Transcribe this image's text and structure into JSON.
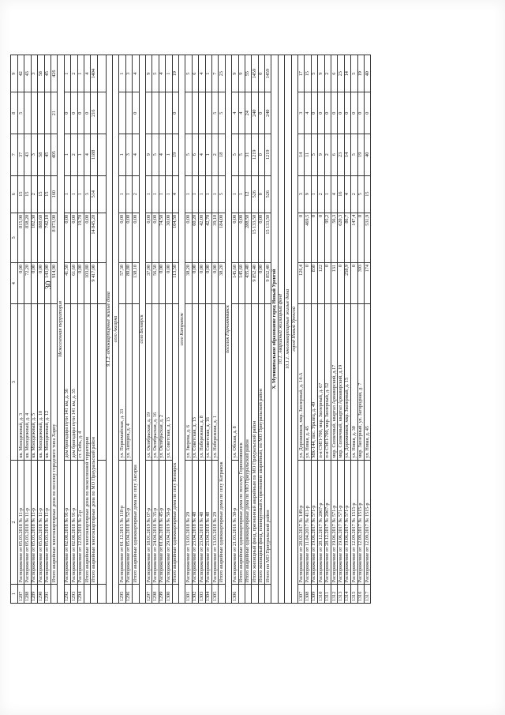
{
  "page_number": "30",
  "header_cols": [
    "1",
    "2",
    "3",
    "4",
    "5",
    "6",
    "7",
    "8",
    "9"
  ],
  "rows": [
    {
      "t": "r",
      "c": [
        "1287",
        "Распоряжение от 05.03.2018 № 11-р",
        "кв. Молодежный, д. 3",
        "0,00",
        "815,90",
        "15",
        "37",
        "5",
        "42"
      ]
    },
    {
      "t": "r",
      "c": [
        "1288",
        "Распоряжение от 05.03.2018 № 11-р",
        "кв. Молодежный, д. 4",
        "72,20",
        "838,20",
        "15",
        "43",
        "",
        "43"
      ]
    },
    {
      "t": "r",
      "c": [
        "1289",
        "Распоряжение от 05.03.2018 № 11-р",
        "кв. Молодежный, д. 5",
        "0,00",
        "102,30",
        "2",
        "3",
        "",
        "3"
      ]
    },
    {
      "t": "r",
      "c": [
        "1290",
        "Распоряжение от 05.03.2018 № 11-р",
        "кв. Молодежный, д. 10",
        "0,00",
        "888,60",
        "15",
        "58",
        "",
        "58"
      ]
    },
    {
      "t": "r",
      "c": [
        "1291",
        "Распоряжение от 05.03.2018 № 11-р",
        "кв. Молодежный, д. 12",
        "143,00",
        "742,10",
        "15",
        "45",
        "",
        "45"
      ]
    },
    {
      "t": "sum",
      "c": [
        "",
        "Итого аварийные многоквартирные дома по поселку городского типа Харпу",
        "",
        "914,90",
        "8 073,90",
        "160",
        "405",
        "21",
        "426"
      ]
    },
    {
      "t": "sec",
      "c": [
        "Межселенная территория"
      ]
    },
    {
      "t": "r",
      "c": [
        "1292",
        "Распоряжение от 02.08.2018 № 91-р",
        "дом бригадира пути 141 км, д. 36",
        "41,50",
        "0,00",
        "1",
        "1",
        "0",
        "1"
      ]
    },
    {
      "t": "r",
      "c": [
        "1293",
        "Распоряжение от 02.08.2018 № 91-р",
        "дом бригадира пути 141 км, д. 35",
        "61,60",
        "0,00",
        "1",
        "2",
        "0",
        "2"
      ]
    },
    {
      "t": "r",
      "c": [
        "1294",
        "Распоряжение от 12.03.2018 № 2-р",
        "ст. Собь, д. 4",
        "0,00",
        "19,70",
        "1",
        "1",
        "0",
        "1"
      ]
    },
    {
      "t": "sum",
      "c": [
        "",
        "Итого аварийные многоквартирные дома по межселенной территории",
        "",
        "103,80",
        "0,00",
        "3",
        "4",
        "0",
        "4"
      ]
    },
    {
      "t": "sum",
      "c": [
        "",
        "Итого аварийные многоквартирные дома по МО Приуральский район",
        "",
        "9 417,00",
        "14 845,20",
        "514",
        "1188",
        "216",
        "1404"
      ]
    },
    {
      "t": "gap",
      "c": []
    },
    {
      "t": "sec",
      "c": [
        "9.1.2. одноквартирные жилые дома"
      ]
    },
    {
      "t": "sec",
      "c": [
        "село Аксарка"
      ]
    },
    {
      "t": "r",
      "c": [
        "1295",
        "Распоряжение от 01.12.2015 № 118-р",
        "ул. Первомайская, д. 33",
        "57,30",
        "0,00",
        "1",
        "1",
        "",
        "1"
      ]
    },
    {
      "t": "r",
      "c": [
        "1296",
        "Распоряжение от 05.04.2018 № 52-р",
        "ул. Авторов, д. 4",
        "80,80",
        "0,00",
        "1",
        "3",
        "",
        "3"
      ]
    },
    {
      "t": "sum",
      "c": [
        "",
        "Итого аварийные одноквартирные дома по селу Аксарка",
        "",
        "138,10",
        "0,00",
        "2",
        "4",
        "0",
        "4"
      ]
    },
    {
      "t": "sec",
      "c": [
        "село Белоярск"
      ]
    },
    {
      "t": "r",
      "c": [
        "1297",
        "Распоряжение от 18.01.2019 № 07-р",
        "ул. Октябрьская, д. 19",
        "37,00",
        "0,00",
        "1",
        "9",
        "",
        "9"
      ]
    },
    {
      "t": "r",
      "c": [
        "1298",
        "Распоряжение от 24.04.2018 № 35-р",
        "ул. Октябрьская, д. 16",
        "56,50",
        "0,00",
        "1",
        "5",
        "",
        "5"
      ]
    },
    {
      "t": "r",
      "c": [
        "1299",
        "Распоряжение от 01.06.2018 № 45-р",
        "ул. Октябрьская, д. 2",
        "0,00",
        "74,50",
        "1",
        "4",
        "",
        "4"
      ]
    },
    {
      "t": "r",
      "c": [
        "1300",
        "Распоряжение от 29.04.2019 № 50-р",
        "ул. Советская, д. 13",
        "0,00",
        "30,00",
        "1",
        "1",
        "",
        "1"
      ]
    },
    {
      "t": "sum",
      "c": [
        "",
        "Итого аварийные одноквартирные дома по селу Белоярск",
        "",
        "113,50",
        "104,50",
        "4",
        "19",
        "0",
        "19"
      ]
    },
    {
      "t": "sec",
      "c": [
        "село Катравож"
      ]
    },
    {
      "t": "r",
      "c": [
        "1301",
        "Распоряжение от 13.03.2018 № 29",
        "ул. Зверева, д. 6",
        "38,20",
        "0,00",
        "1",
        "5",
        "",
        "5"
      ]
    },
    {
      "t": "r",
      "c": [
        "1302",
        "Распоряжение от 23.04.2018 № 48",
        "ул. Советская, д. 13",
        "0,00",
        "60,20",
        "1",
        "6",
        "",
        "6"
      ]
    },
    {
      "t": "r",
      "c": [
        "1303",
        "Распоряжение от 23.04.2018 № 48",
        "ул. Набережная, д. 8",
        "0,00",
        "42,00",
        "1",
        "4",
        "",
        "4"
      ]
    },
    {
      "t": "r",
      "c": [
        "1304",
        "Распоряжение от 23.04.2018 № 48",
        "ул. Советская, д. 16",
        "0,00",
        "42,70",
        "1",
        "1",
        "",
        "1"
      ]
    },
    {
      "t": "r",
      "c": [
        "1305",
        "Распоряжение от 13.03.2018 № 29",
        "ул. Набережная, д. 1",
        "0,00",
        "39,10",
        "1",
        "2",
        "5",
        "7"
      ]
    },
    {
      "t": "sum",
      "c": [
        "",
        "Итого аварийные одноквартирные дома по селу Катравож",
        "",
        "38,20",
        "184,00",
        "5",
        "18",
        "5",
        "23"
      ]
    },
    {
      "t": "sec",
      "c": [
        "поселок Горнокнявинск"
      ]
    },
    {
      "t": "r",
      "c": [
        "1306",
        "Распоряжение от 21.03.2016 № 30-р",
        "ул. Обская, д. 8",
        "145,60",
        "0,00",
        "1",
        "5",
        "4",
        "9"
      ]
    },
    {
      "t": "sum",
      "c": [
        "",
        "Итого аварийные одноквартирные дома по поселку Горнокнявинск",
        "",
        "145,60",
        "0,00",
        "1",
        "5",
        "4",
        "9"
      ]
    },
    {
      "t": "sum",
      "c": [
        "",
        "Итого аварийные одноквартирные дома по МО Приуральский район",
        "",
        "435,40",
        "288,50",
        "12",
        "31",
        "24",
        "55"
      ]
    },
    {
      "t": "sum",
      "c": [
        "",
        "Итого жилищный фонд, признанный аварийным по МО Приуральский район",
        "",
        "9 852,40",
        "15 133,50",
        "526",
        "1219",
        "240",
        "1459"
      ]
    },
    {
      "t": "sum",
      "c": [
        "",
        "Итого жилищный фонд, планируемый к признанию аварийным, по МО Приуральский район",
        "",
        "0,00",
        "0,00",
        "0",
        "0",
        "0",
        "0"
      ]
    },
    {
      "t": "sum",
      "c": [
        "",
        "Итого по МО Приуральский район",
        "",
        "9 852,40",
        "15 133,50",
        "526",
        "1219",
        "240",
        "1459"
      ]
    },
    {
      "t": "secb",
      "c": [
        "X. Муниципальное образование город Новый Уренгой"
      ]
    },
    {
      "t": "sec",
      "c": [
        "10.1. Аварийный жилищный фонд"
      ]
    },
    {
      "t": "sec",
      "c": [
        "10.1.1. многоквартирные жилые дома"
      ]
    },
    {
      "t": "sec",
      "c": [
        "город Новый Уренгой"
      ]
    },
    {
      "t": "r",
      "c": [
        "1307",
        "Распоряжение от 28.02.2017 № 149-р",
        "ул. Дорожников, мкр. Заозерный, д. 14-А",
        "126,4",
        "0",
        "3",
        "14",
        "3",
        "17"
      ]
    },
    {
      "t": "r",
      "c": [
        "1308",
        "Распоряжение от 11.04.2017 № 411-р",
        "ул. Новая, д. 45",
        "0",
        "469,5",
        "9",
        "11",
        "4",
        "15"
      ]
    },
    {
      "t": "r",
      "c": [
        "1309",
        "Распоряжение от 19.06.2017 № 571-р",
        "МК-144, пос. Уралец, д. 49",
        "830",
        "0",
        "1",
        "5",
        "0",
        "5"
      ]
    },
    {
      "t": "r",
      "c": [
        "1310",
        "Распоряжение от 28.12.2017 № 2067-р",
        "п-я СМП-700, мкр. Заозерный, д. 67",
        "122",
        "0",
        "2",
        "9",
        "0",
        "9"
      ]
    },
    {
      "t": "r",
      "c": [
        "1311",
        "Распоряжение от 28.12.2017 № 2067-р",
        "п-я СМП-700, мкр. Заозерный, д. 52",
        "0",
        "95,2",
        "1",
        "2",
        "0",
        "2"
      ]
    },
    {
      "t": "r",
      "c": [
        "1312",
        "Распоряжение от 19.06.2017 № 571-р",
        "мкр. Солнечный, квартал Армавирский, д.17",
        "131",
        "56,3",
        "4",
        "6",
        "0",
        "6"
      ]
    },
    {
      "t": "r",
      "c": [
        "1313",
        "Распоряжение от 19.06.2017 № 571-р",
        "мкр. Солнечный, квартал Армавирский, д.19",
        "0",
        "620,3",
        "16",
        "23",
        "0",
        "23"
      ]
    },
    {
      "t": "r",
      "c": [
        "1314",
        "Распоряжение от 19.06.2017 № 571-р",
        "ул. Дорожников, мкр. Заозерный, д. 15",
        "258,9",
        "86,7",
        "4",
        "14",
        "0",
        "14"
      ]
    },
    {
      "t": "r",
      "c": [
        "1315",
        "Распоряжение от 12.09.2017 № 1515-р",
        "ул. Новая, д. 30",
        "0",
        "147,4",
        "2",
        "5",
        "0",
        "5"
      ]
    },
    {
      "t": "r",
      "c": [
        "1316",
        "Распоряжение от 12.09.2017 № 1515-р",
        "мкр. Заозерный, ул. Загородная, д. 7",
        "393",
        "0",
        "5",
        "19",
        "0",
        "19"
      ]
    },
    {
      "t": "r",
      "c": [
        "1317",
        "Распоряжение от 12.09.2017 № 1515-р",
        "ул. Новая, д. 45",
        "174",
        "531,9",
        "15",
        "40",
        "0",
        "40"
      ]
    }
  ]
}
